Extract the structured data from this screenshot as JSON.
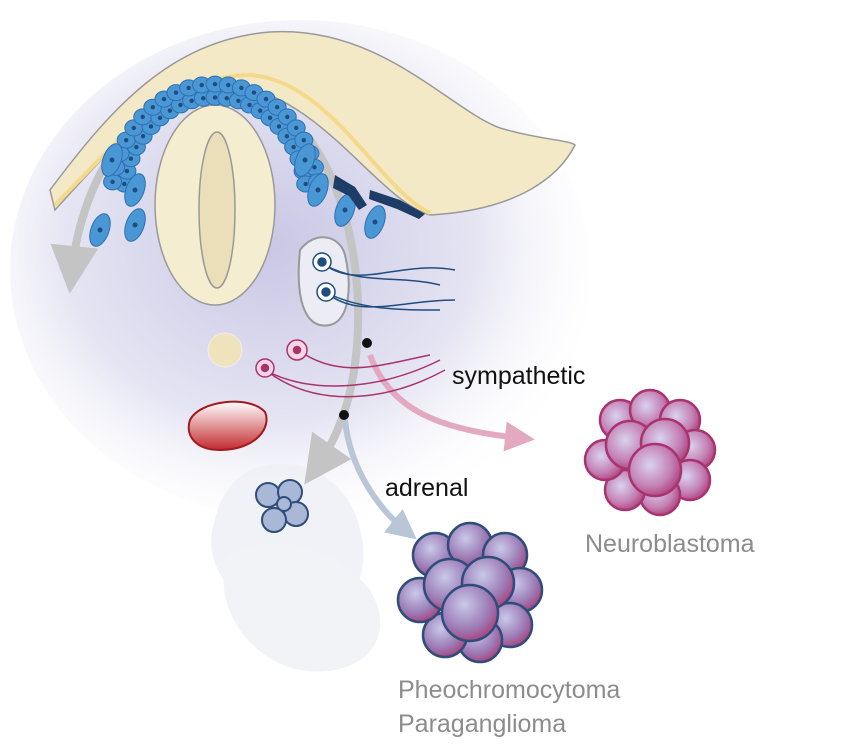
{
  "labels": {
    "sympathetic": "sympathetic",
    "adrenal": "adrenal",
    "neuroblastoma": "Neuroblastoma",
    "pheochromocytoma": "Pheochromocytoma",
    "paraganglioma": "Paraganglioma"
  },
  "colors": {
    "ectoderm": "#f3e9c6",
    "neural_crest_cell": "#4a97d6",
    "sympathetic_neuron": "#a8336f",
    "arrow_gray": "#c4c4c4",
    "neuroblastoma_arrow": "#e2a9c0",
    "adrenal_arrow": "#b8c6d8",
    "aorta": "#b01e22"
  }
}
